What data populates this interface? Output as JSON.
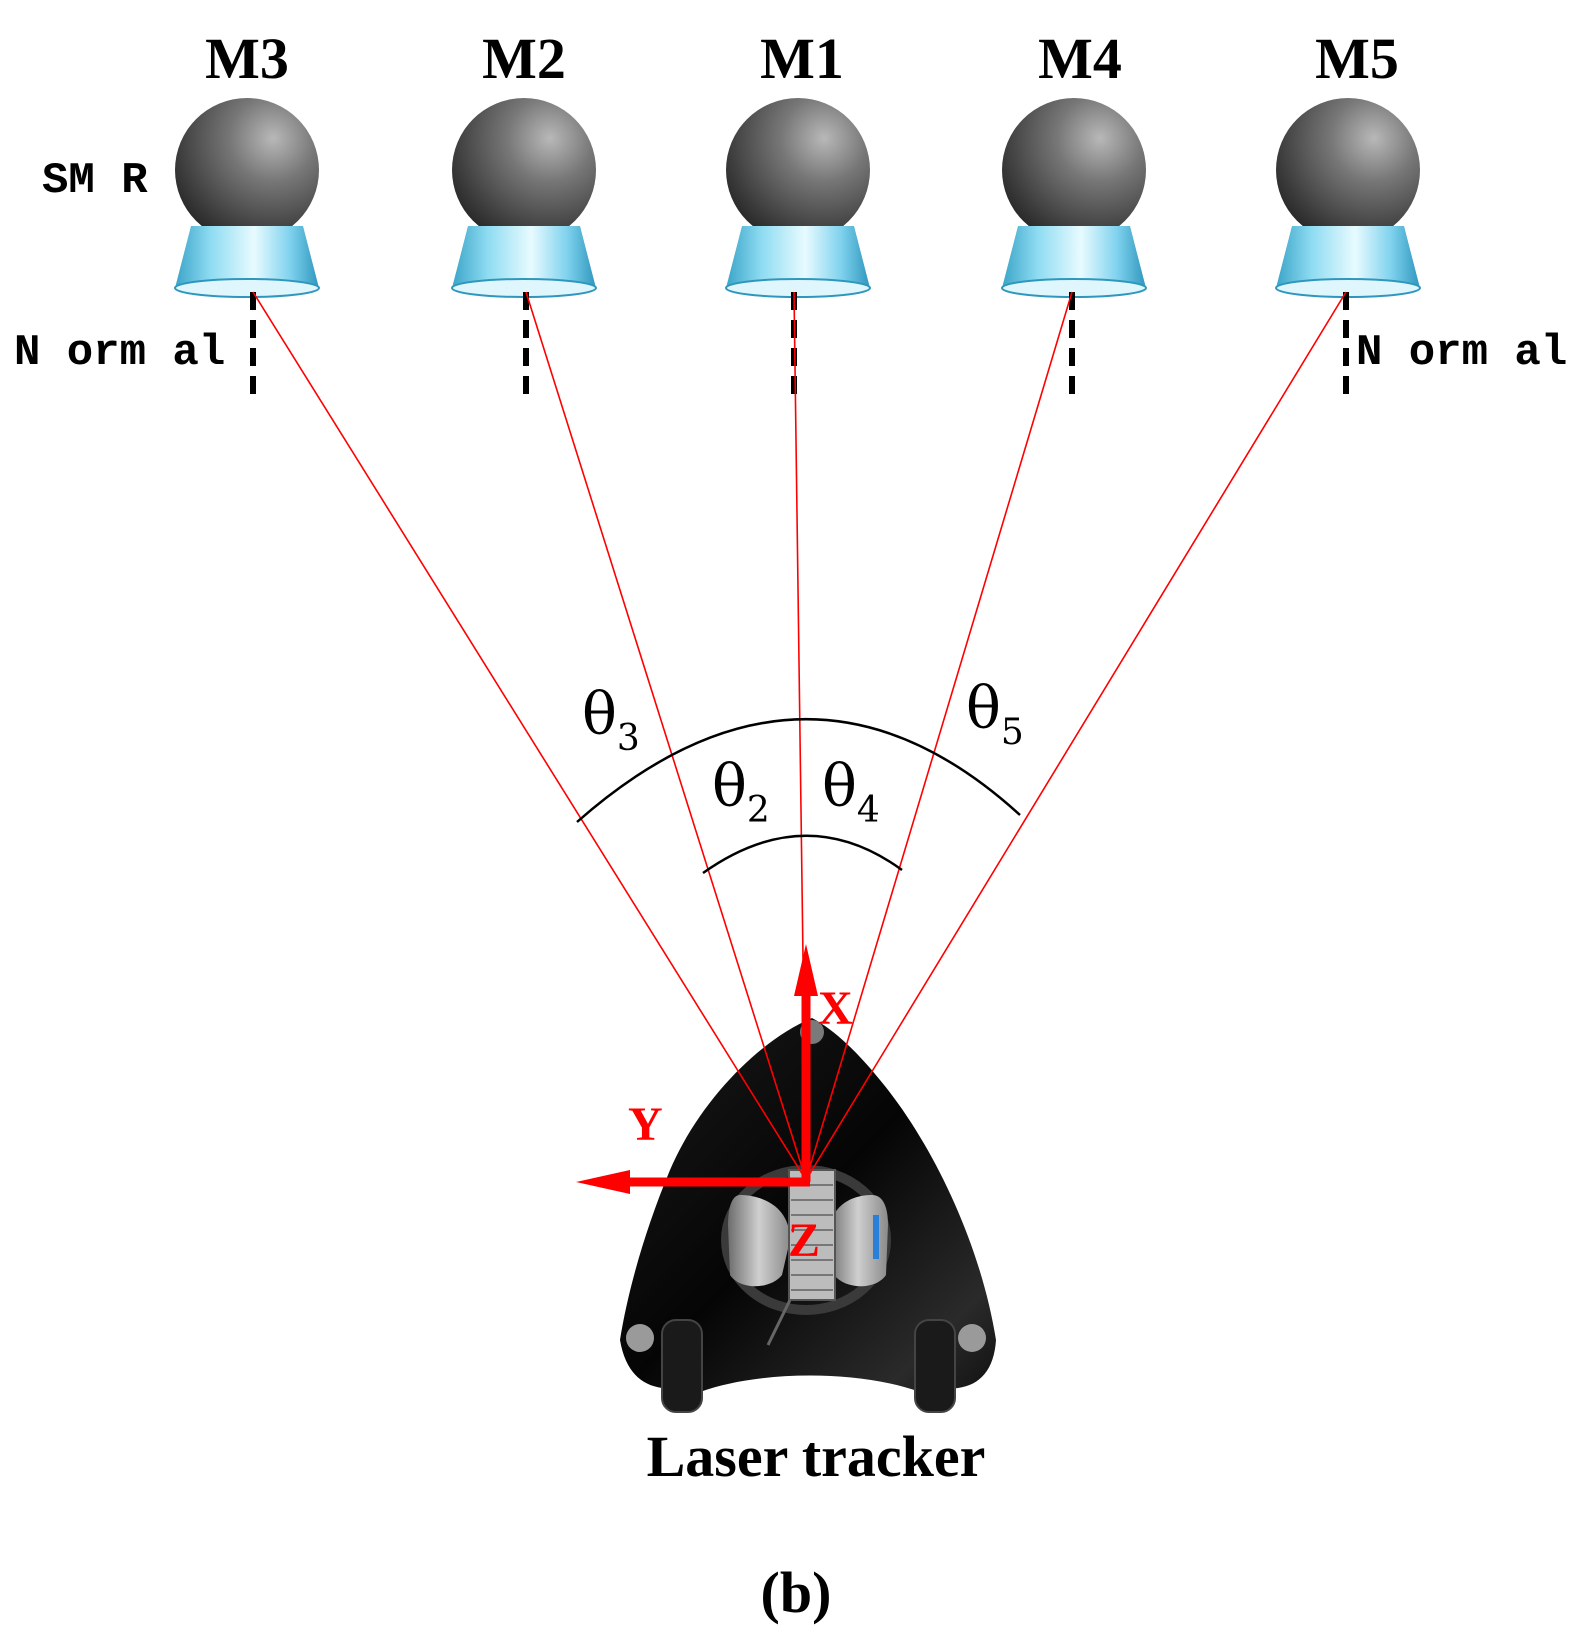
{
  "reflectors": [
    {
      "id": "M3",
      "label": "M3"
    },
    {
      "id": "M2",
      "label": "M2"
    },
    {
      "id": "M1",
      "label": "M1"
    },
    {
      "id": "M4",
      "label": "M4"
    },
    {
      "id": "M5",
      "label": "M5"
    }
  ],
  "smr_label": "SM R",
  "normal_label_left": "N orm al",
  "normal_label_right": "N orm al",
  "angles": {
    "theta3": {
      "symbol": "θ",
      "sub": "3"
    },
    "theta2": {
      "symbol": "θ",
      "sub": "2"
    },
    "theta4": {
      "symbol": "θ",
      "sub": "4"
    },
    "theta5": {
      "symbol": "θ",
      "sub": "5"
    }
  },
  "axes": {
    "x": "X",
    "y": "Y",
    "z": "Z"
  },
  "device_label": "Laser tracker",
  "panel_label": "(b)",
  "colors": {
    "beam": "#ff0000",
    "axis": "#ff0000",
    "sphere": "#555555",
    "base": "#7fd6f0",
    "tracker_body": "#0d0d0d",
    "text": "#000000"
  }
}
